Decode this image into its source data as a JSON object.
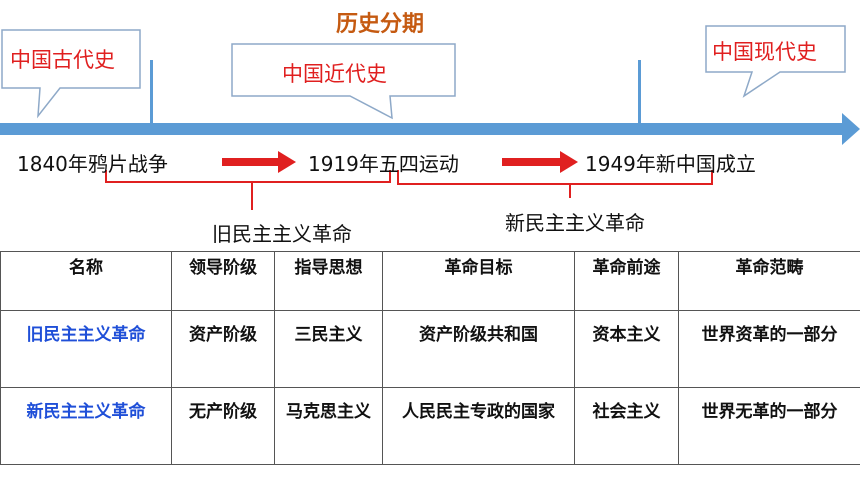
{
  "title": "历史分期",
  "callouts": {
    "ancient": "中国古代史",
    "modern": "中国近代史",
    "contemporary": "中国现代史"
  },
  "timeline": {
    "events": [
      "1840年鸦片战争",
      "1919年五四运动",
      "1949年新中国成立"
    ],
    "revolutions": [
      "旧民主主义革命",
      "新民主主义革命"
    ],
    "colors": {
      "axis": "#5b9bd5",
      "arrow": "#e02020",
      "callout_text": "#e01f1f",
      "bracket": "#e02020"
    }
  },
  "table": {
    "headers": [
      "名称",
      "领导阶级",
      "指导思想",
      "革命目标",
      "革命前途",
      "革命范畴"
    ],
    "rows": [
      [
        "旧民主主义革命",
        "资产阶级",
        "三民主义",
        "资产阶级共和国",
        "资本主义",
        "世界资革的一部分"
      ],
      [
        "新民主主义革命",
        "无产阶级",
        "马克思主义",
        "人民民主专政的国家",
        "社会主义",
        "世界无革的一部分"
      ]
    ]
  }
}
